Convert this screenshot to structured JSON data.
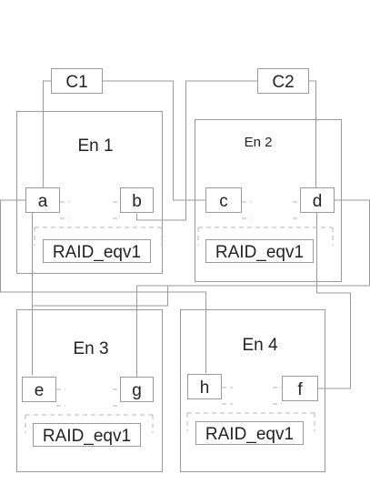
{
  "colors": {
    "stroke": "#9a9a9a",
    "dashed": "#b4b4b4",
    "text": "#222222",
    "background": "#ffffff"
  },
  "controllers": {
    "c1": "C1",
    "c2": "C2"
  },
  "enclosures": {
    "en1": "En 1",
    "en2": "En 2",
    "en3": "En 3",
    "en4": "En 4"
  },
  "ports": {
    "a": "a",
    "b": "b",
    "c": "c",
    "d": "d",
    "e": "e",
    "g": "g",
    "h": "h",
    "f": "f"
  },
  "raid_groups": {
    "en1": "RAID_eqv1",
    "en2": "RAID_eqv1",
    "en3": "RAID_eqv1",
    "en4": "RAID_eqv1"
  }
}
